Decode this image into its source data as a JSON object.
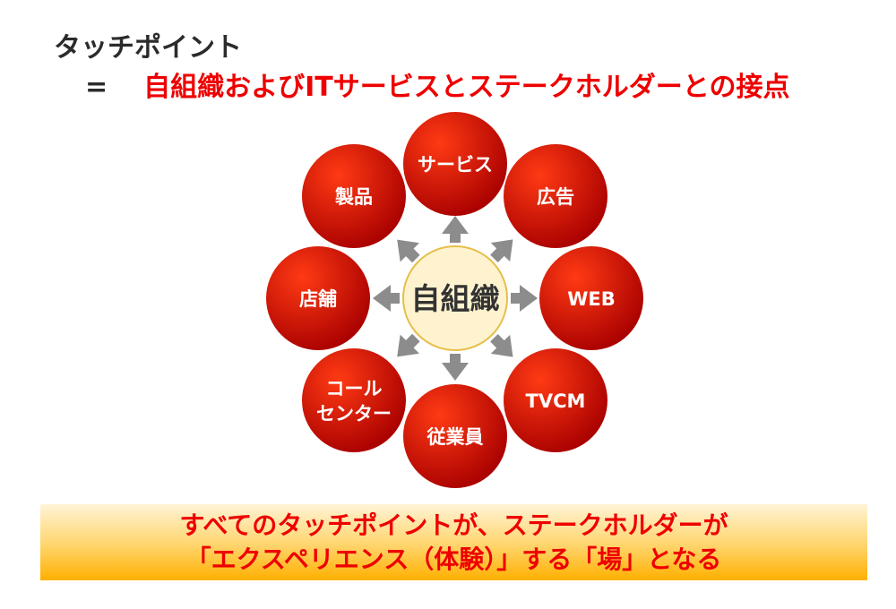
{
  "heading": "タッチポイント",
  "equation": {
    "symbol": "=",
    "text": "自組織およびITサービスとステークホルダーとの接点"
  },
  "diagram": {
    "center": "自組織",
    "nodes": [
      {
        "id": "service",
        "label": [
          "サービス"
        ]
      },
      {
        "id": "ad",
        "label": [
          "広告"
        ]
      },
      {
        "id": "web",
        "label": [
          "WEB"
        ]
      },
      {
        "id": "tvcm",
        "label": [
          "TVCM"
        ]
      },
      {
        "id": "employee",
        "label": [
          "従業員"
        ]
      },
      {
        "id": "callcenter",
        "label": [
          "コール",
          "センター"
        ]
      },
      {
        "id": "store",
        "label": [
          "店舗"
        ]
      },
      {
        "id": "product",
        "label": [
          "製品"
        ]
      }
    ],
    "colors": {
      "node_light": "#ff3a14",
      "node_dark": "#a80000",
      "center_fill": "#fff3cf",
      "center_stroke": "#e6bf4a",
      "arrow": "#8c8c8c",
      "node_text": "#ffffff",
      "center_text": "#333333"
    }
  },
  "banner": {
    "line1": "すべてのタッチポイントが、ステークホルダーが",
    "line2": "「エクスペリエンス（体験）」する「場」となる"
  }
}
